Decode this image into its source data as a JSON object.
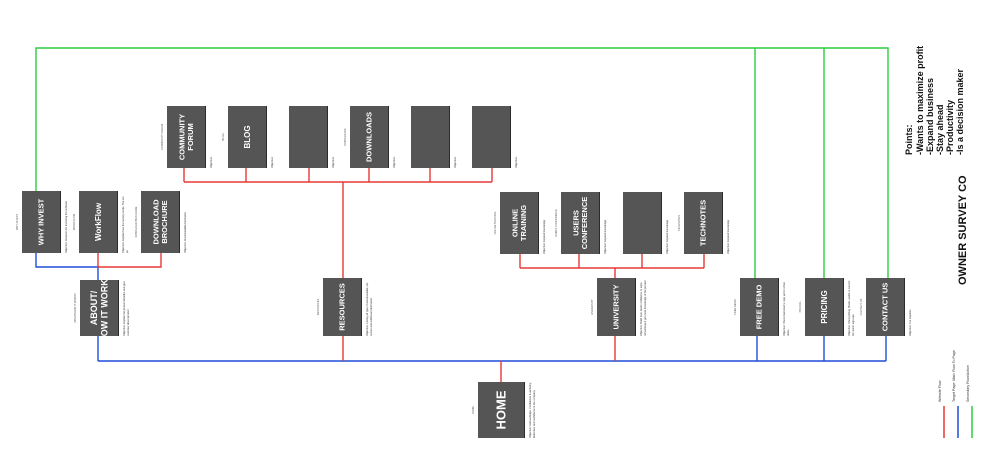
{
  "colors": {
    "website_flow": "#e53935",
    "main_flow": "#1f4ed8",
    "secondary_flow": "#2ecc40",
    "box_fill": "#555555",
    "box_edge": "#2b2b2b"
  },
  "nodes": {
    "home": {
      "label": "HOME",
      "tag": "HOME",
      "desc": "Objective: Acknowledge, Confidence & authority; build trust and confidence in the company"
    },
    "about": {
      "label": "ABOUT/\nHOW IT WORKS",
      "tag": "ABOUT/HOW IT WORKS",
      "desc": "Objective: Explain the product benefits and give overview about product"
    },
    "why_invest": {
      "label": "WHY INVEST",
      "tag": "WHY INVEST",
      "desc": "Objective: Reasons for investing the software"
    },
    "workflow": {
      "label": "WorkFlow",
      "tag": "WORK FLOW",
      "desc": "Objective: Explain how the survey works, The steps"
    },
    "download_brochure": {
      "label": "DOWNLOAD\nBROCHURE",
      "tag": "DOWNLOAD BROCHURE",
      "desc": "Objective: Downloadable brochures"
    },
    "resources": {
      "label": "RESOURCES",
      "tag": "RESOURCES",
      "desc": "Objective: Listing all type of downloadable, resources and additional information"
    },
    "community_forum": {
      "label": "COMMUNITY\nFORUM",
      "tag": "COMMUNITY FORUM",
      "desc": "Objective:"
    },
    "blog": {
      "label": "BLOG",
      "tag": "BLOG",
      "desc": "Objective:"
    },
    "blank_1": {
      "label": "",
      "tag": "",
      "desc": "Objective:"
    },
    "downloads": {
      "label": "DOWNLOADS",
      "tag": "DOWNLOADS",
      "desc": "Objective:"
    },
    "blank_2": {
      "label": "",
      "tag": "",
      "desc": "Objective:"
    },
    "blank_3": {
      "label": "",
      "tag": "",
      "desc": "Objective:"
    },
    "university": {
      "label": "UNIVERSITY",
      "tag": "UNIVERSITY",
      "desc": "Objective: Build trust, build confidence, & expand learning & get more knowledge of the product"
    },
    "online_training": {
      "label": "ONLINE\nTRAINING",
      "tag": "ONLINE TRAINING",
      "desc": "Objective: Expand knowledge"
    },
    "users_conference": {
      "label": "USERS\nCONFERENCE",
      "tag": "USERS CONFERENCE",
      "desc": "Objective: Expand knowledge"
    },
    "blank_4": {
      "label": "",
      "tag": "",
      "desc": "Objective: Expand knowledge"
    },
    "technotes": {
      "label": "TECHNOTES",
      "tag": "TECHNOTES",
      "desc": "Objective: Expand knowledge"
    },
    "free_demo": {
      "label": "FREE DEMO",
      "tag": "FREE DEMO",
      "desc": "Objective: Show interested to sign up for a free demo"
    },
    "pricing": {
      "label": "PRICING",
      "tag": "PRICING",
      "desc": "Objective: Show pricing Model, useful to convert the visitor sign-ups"
    },
    "contact_us": {
      "label": "CONTACT US",
      "tag": "CONTACT US",
      "desc": "Objective: For inquiries"
    }
  },
  "side_panel": {
    "company": "OWNER SURVEY CO",
    "points_title": "Points:",
    "points": [
      "-Wants to maximize profit",
      "-Expand business",
      "-Stay ahead",
      "-Productivity",
      "-Is a decision maker"
    ]
  },
  "legend": [
    {
      "label": "Website Flow",
      "color_key": "website_flow"
    },
    {
      "label": "Target Page: Main Flow To Page",
      "color_key": "main_flow"
    },
    {
      "label": "Secondary Flow/Action",
      "color_key": "secondary_flow"
    }
  ]
}
